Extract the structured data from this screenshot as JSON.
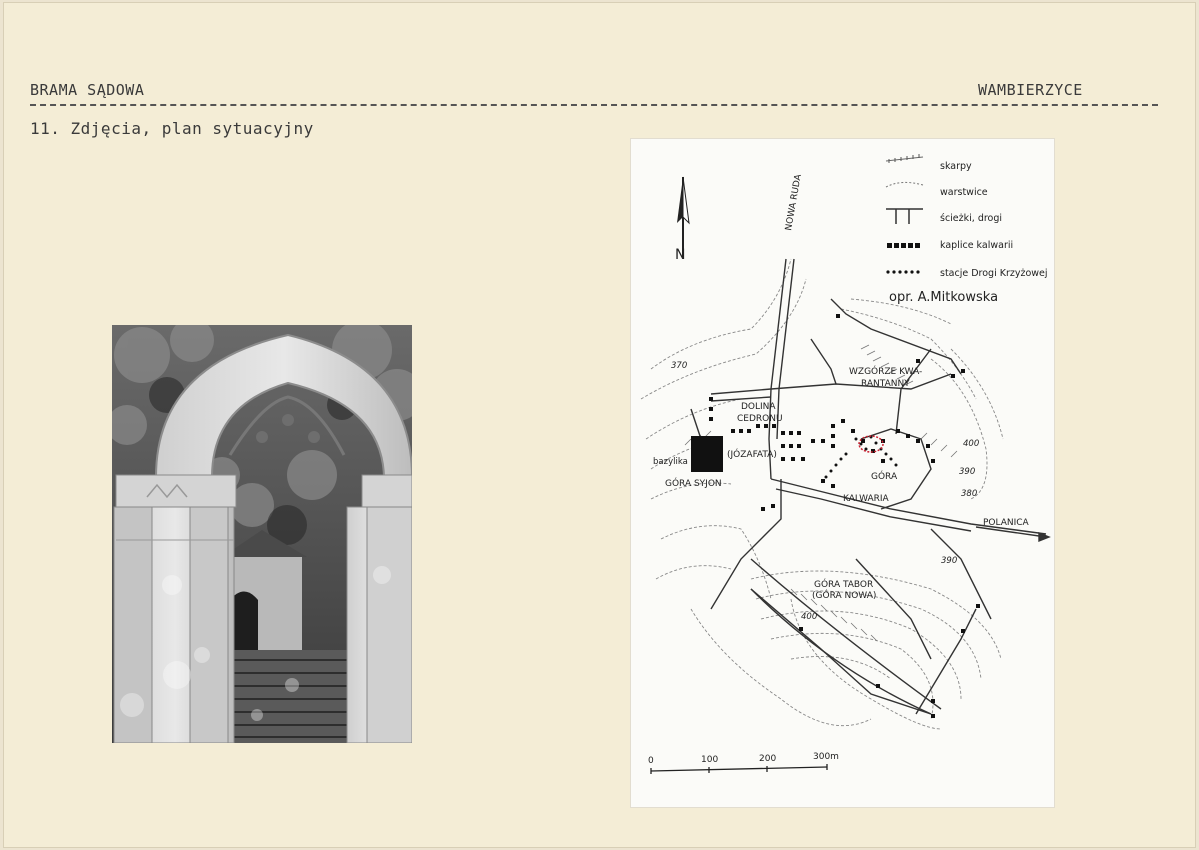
{
  "header": {
    "left": "BRAMA SĄDOWA",
    "right": "WAMBIERZYCE",
    "subtitle": "11. Zdjęcia, plan sytuacyjny"
  },
  "map": {
    "legend": [
      {
        "symbol": "escarpment",
        "label": "skarpy"
      },
      {
        "symbol": "contour",
        "label": "warstwice"
      },
      {
        "symbol": "road",
        "label": "ścieżki, drogi"
      },
      {
        "symbol": "chapel",
        "label": "kaplice kalwarii"
      },
      {
        "symbol": "station",
        "label": "stacje Drogi Krzyżowej"
      }
    ],
    "author": "opr. A.Mitkowska",
    "north": "N",
    "labels": {
      "nowa_ruda": "NOWA RUDA",
      "wzgorze_1": "WZGÓRZE KWA-",
      "wzgorze_2": "RANTANNY",
      "dolina_1": "DOLINA",
      "dolina_2": "CEDRONU",
      "jozafata": "(JÓZAFATA)",
      "bazylika": "bazylika",
      "gora_syjon": "GÓRA SYJON",
      "gora": "GÓRA",
      "kalwaria": "KALWARIA",
      "polanica": "POLANICA",
      "gora_tabor": "GÓRA TABOR",
      "gora_nowa": "(GÓRA NOWA)"
    },
    "contours": {
      "c370": "370",
      "c400a": "400",
      "c390a": "390",
      "c380": "380",
      "c390b": "390",
      "c400b": "400"
    },
    "scale": {
      "s0": "0",
      "s100": "100",
      "s200": "200",
      "s300": "300m"
    }
  }
}
